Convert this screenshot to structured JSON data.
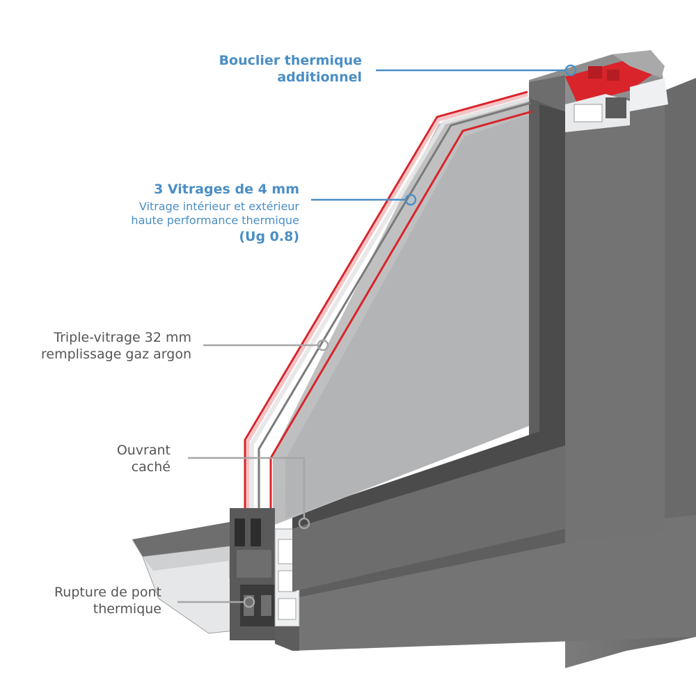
{
  "callouts": {
    "shield": {
      "line1": "Bouclier thermique",
      "line2": "additionnel"
    },
    "glazing": {
      "title": "3 Vitrages de 4 mm",
      "line1": "Vitrage intérieur et extérieur",
      "line2": "haute performance thermique",
      "line3": "(Ug 0.8)"
    },
    "triple": {
      "line1": "Triple-vitrage 32 mm",
      "line2": "remplissage gaz argon"
    },
    "sash": {
      "line1": "Ouvrant",
      "line2": "caché"
    },
    "thermal_break": {
      "line1": "Rupture de pont",
      "line2": "thermique"
    }
  },
  "colors": {
    "accent_blue": "#4a8ec6",
    "leader_grey": "#a6a6a6",
    "frame_grey": "#6f6f70",
    "glass_grey": "#b9babb",
    "gasket_red": "#d8242a"
  }
}
